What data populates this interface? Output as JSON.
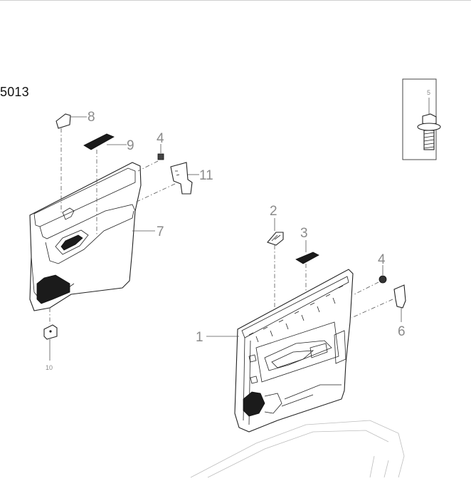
{
  "diagram_code": "5013",
  "callouts": {
    "c1": "1",
    "c2": "2",
    "c3": "3",
    "c4a": "4",
    "c4b": "4",
    "c5": "5",
    "c6": "6",
    "c7": "7",
    "c8": "8",
    "c9": "9",
    "c10": "10",
    "c11": "11"
  },
  "icons": {
    "bolt_detail": "hex-flange-bolt-icon"
  }
}
